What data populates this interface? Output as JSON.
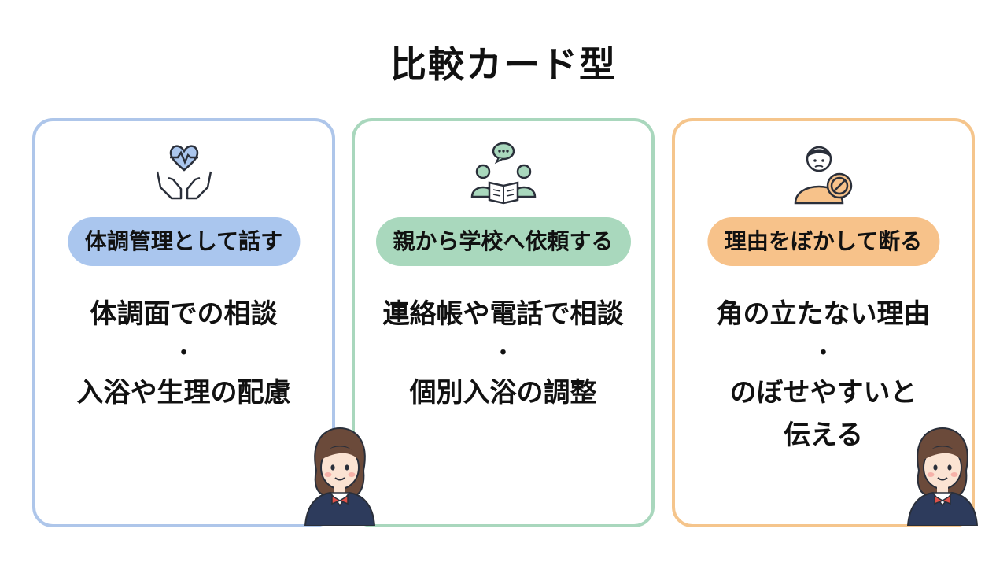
{
  "title": "比較カード型",
  "cards": [
    {
      "icon": "hands-heart-icon",
      "label": "体調管理として話す",
      "line1": "体調面での相談",
      "separator": "・",
      "line2": "入浴や生理の配慮",
      "line3": "",
      "color": "#aac6ee"
    },
    {
      "icon": "conversation-book-icon",
      "label": "親から学校へ依頼する",
      "line1": "連絡帳や電話で相談",
      "separator": "・",
      "line2": "個別入浴の調整",
      "line3": "",
      "color": "#a9d8bd"
    },
    {
      "icon": "person-decline-icon",
      "label": "理由をぼかして断る",
      "line1": "角の立たない理由",
      "separator": "・",
      "line2": "のぼせやすいと",
      "line3": "伝える",
      "color": "#f7c28a"
    }
  ]
}
